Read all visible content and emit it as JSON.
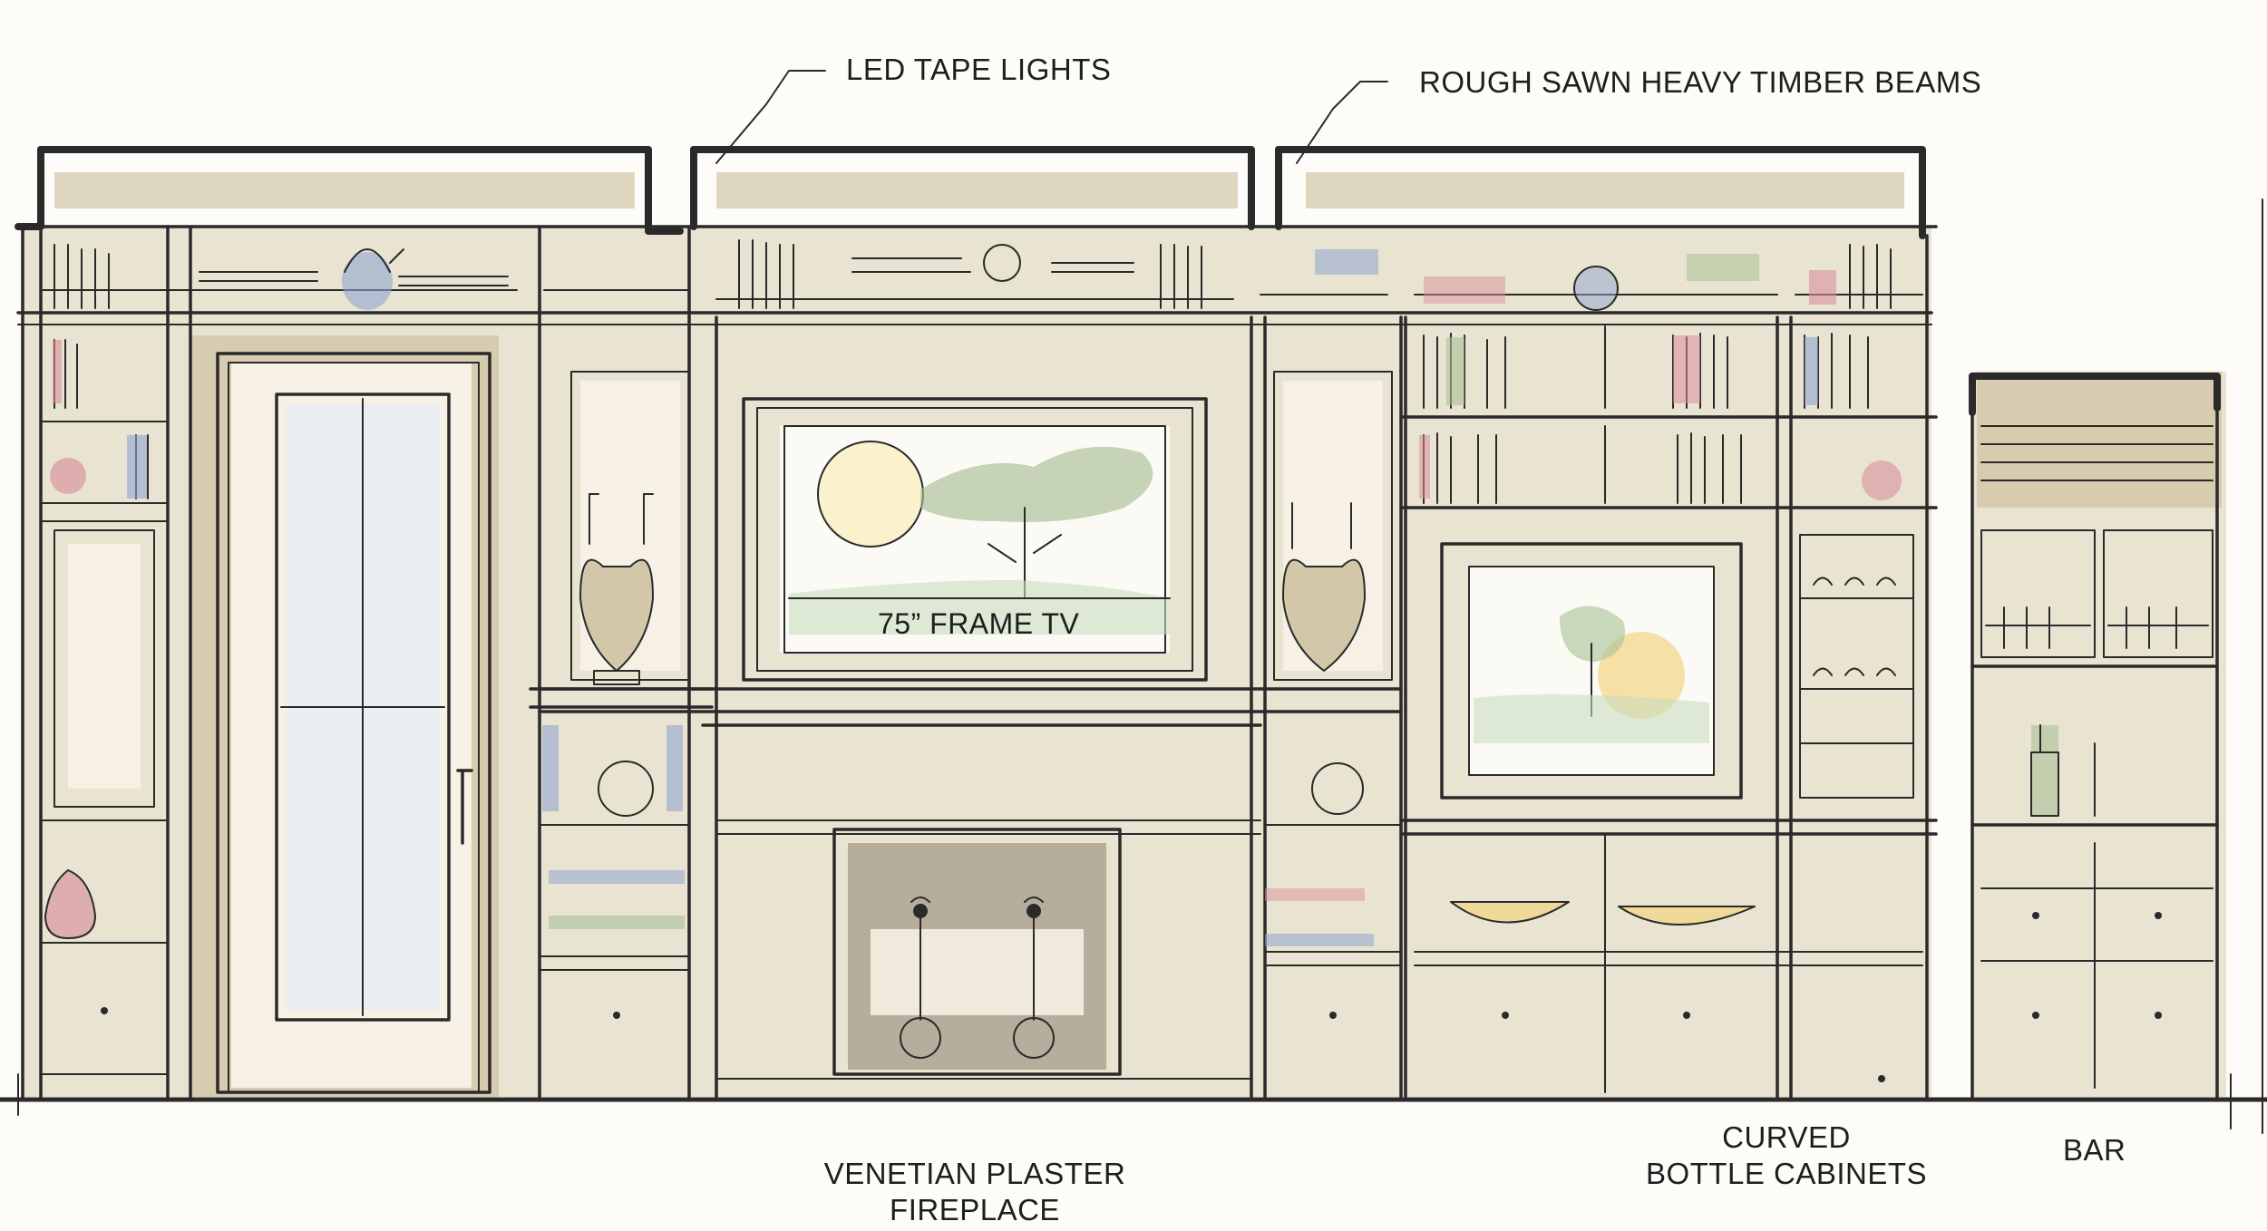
{
  "annotations": {
    "led_tape_lights": "LED TAPE LIGHTS",
    "timber_beams": "ROUGH SAWN HEAVY TIMBER BEAMS",
    "frame_tv": "75” FRAME TV",
    "venetian_plaster_line1": "VENETIAN PLASTER",
    "venetian_plaster_line2": "FIREPLACE",
    "curved_line1": "CURVED",
    "curved_line2": "BOTTLE CABINETS",
    "bar": "BAR"
  },
  "colors": {
    "ink": "#2a2a2a",
    "wood_wash": "#d8cdb0",
    "blue_accent": "#8fa6cf",
    "pink_accent": "#d9909a",
    "green_accent": "#a9bf94",
    "sun_yellow": "#f3d27a"
  }
}
